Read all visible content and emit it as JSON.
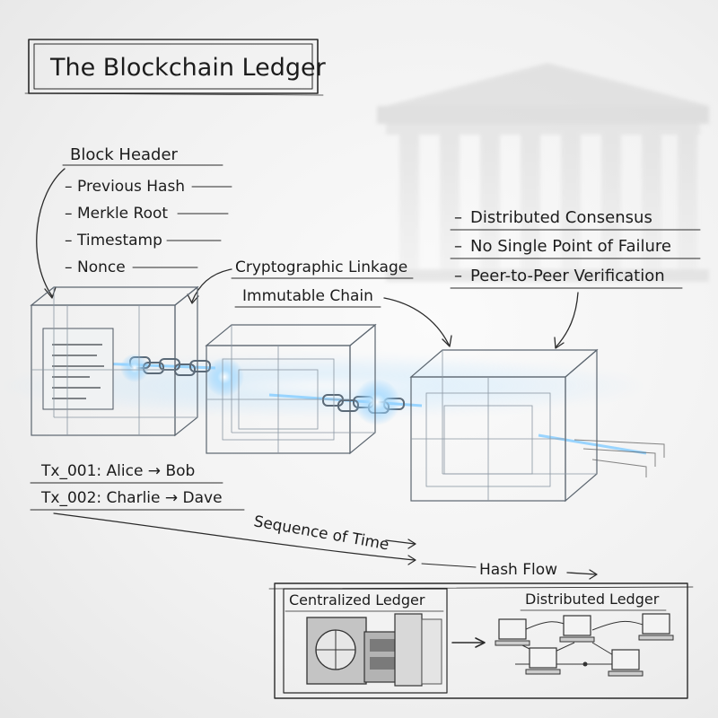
{
  "title": "The Blockchain Ledger",
  "block_header": {
    "heading": "Block Header",
    "fields": [
      "Previous Hash",
      "Merkle Root",
      "Timestamp",
      "Nonce"
    ]
  },
  "linkage": {
    "line1": "Cryptographic Linkage",
    "line2": "Immutable Chain"
  },
  "properties": [
    "Distributed Consensus",
    "No Single Point of Failure",
    "Peer-to-Peer Verification"
  ],
  "transactions": [
    "Tx_001: Alice → Bob",
    "Tx_002: Charlie → Dave"
  ],
  "time_label": "Sequence of Time",
  "hash_flow_label": "Hash Flow",
  "comparison": {
    "centralized": "Centralized Ledger",
    "distributed": "Distributed Ledger"
  },
  "colors": {
    "ink": "#1c1c1c",
    "glow": "#7fc8ff",
    "cube_glass": "#dfe6ec"
  }
}
